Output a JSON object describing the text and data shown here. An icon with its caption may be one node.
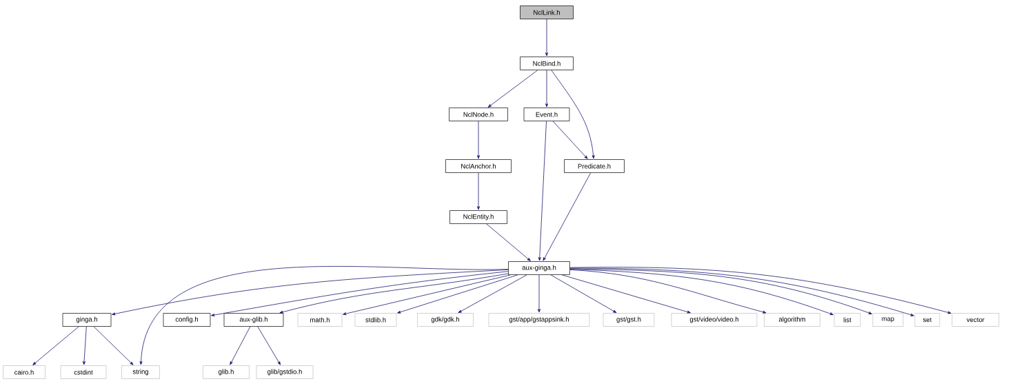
{
  "diagram": {
    "nodes": [
      {
        "text": [
          "NclLink.h"
        ]
      },
      {
        "text": [
          "NclBind.h"
        ]
      },
      {
        "text": [
          "NclNode.h"
        ]
      },
      {
        "text": [
          "Event.h"
        ]
      },
      {
        "text": [
          "NclAnchor.h"
        ]
      },
      {
        "text": [
          "Predicate.h"
        ]
      },
      {
        "text": [
          "NclEntity.h"
        ]
      },
      {
        "text": [
          "aux-ginga.h"
        ]
      },
      {
        "text": [
          "ginga.h"
        ]
      },
      {
        "text": [
          "config.h"
        ]
      },
      {
        "text": [
          "aux-glib.h"
        ]
      },
      {
        "text": [
          "math.h"
        ]
      },
      {
        "text": [
          "stdlib.h"
        ]
      },
      {
        "text": [
          "gdk/gdk.h"
        ]
      },
      {
        "text": [
          "gst/app/gstappsink.h"
        ]
      },
      {
        "text": [
          "gst/gst.h"
        ]
      },
      {
        "text": [
          "gst/video/video.h"
        ]
      },
      {
        "text": [
          "algorithm"
        ]
      },
      {
        "text": [
          "list"
        ]
      },
      {
        "text": [
          "map"
        ]
      },
      {
        "text": [
          "set"
        ]
      },
      {
        "text": [
          "vector"
        ]
      },
      {
        "text": [
          "cairo.h"
        ]
      },
      {
        "text": [
          "cstdint"
        ]
      },
      {
        "text": [
          "string"
        ]
      },
      {
        "text": [
          "glib.h"
        ]
      },
      {
        "text": [
          "glib/gstdio.h"
        ]
      }
    ],
    "edges": [
      {
        "from": 0,
        "to": 1,
        "arrow": "to"
      },
      {
        "from": 1,
        "to": 2,
        "arrow": "to"
      },
      {
        "from": 1,
        "to": 3,
        "arrow": "to"
      },
      {
        "from": 1,
        "to": 5,
        "arrow": "to"
      },
      {
        "from": 2,
        "to": 4,
        "arrow": "to"
      },
      {
        "from": 3,
        "to": 7,
        "arrow": "to"
      },
      {
        "from": 3,
        "to": 5,
        "arrow": "to"
      },
      {
        "from": 4,
        "to": 6,
        "arrow": "to"
      },
      {
        "from": 5,
        "to": 7,
        "arrow": "to"
      },
      {
        "from": 6,
        "to": 7,
        "arrow": "to"
      },
      {
        "from": 7,
        "to": 8,
        "arrow": "to"
      },
      {
        "from": 7,
        "to": 24,
        "arrow": "to"
      },
      {
        "from": 7,
        "to": 9,
        "arrow": "to"
      },
      {
        "from": 7,
        "to": 10,
        "arrow": "to"
      },
      {
        "from": 7,
        "to": 11,
        "arrow": "to"
      },
      {
        "from": 7,
        "to": 12,
        "arrow": "to"
      },
      {
        "from": 7,
        "to": 13,
        "arrow": "to"
      },
      {
        "from": 7,
        "to": 14,
        "arrow": "to"
      },
      {
        "from": 7,
        "to": 15,
        "arrow": "to"
      },
      {
        "from": 7,
        "to": 16,
        "arrow": "to"
      },
      {
        "from": 7,
        "to": 17,
        "arrow": "to"
      },
      {
        "from": 7,
        "to": 18,
        "arrow": "to"
      },
      {
        "from": 7,
        "to": 19,
        "arrow": "to"
      },
      {
        "from": 7,
        "to": 20,
        "arrow": "to"
      },
      {
        "from": 7,
        "to": 21,
        "arrow": "to"
      },
      {
        "from": 8,
        "to": 22,
        "arrow": "to"
      },
      {
        "from": 8,
        "to": 23,
        "arrow": "to"
      },
      {
        "from": 8,
        "to": 24,
        "arrow": "to"
      },
      {
        "from": 10,
        "to": 25,
        "arrow": "to"
      },
      {
        "from": 10,
        "to": 26,
        "arrow": "to"
      }
    ]
  }
}
